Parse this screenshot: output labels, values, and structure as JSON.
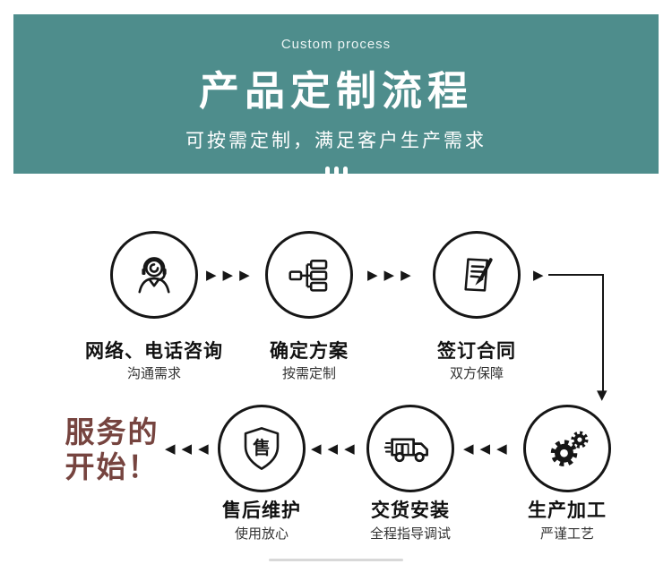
{
  "banner": {
    "eyebrow": "Custom process",
    "title": "产品定制流程",
    "subtitle": "可按需定制，满足客户生产需求",
    "background_color": "#4e8d8c"
  },
  "flow": {
    "row1": [
      {
        "label": "网络、电话咨询",
        "sub": "沟通需求",
        "icon": "customer-service-icon"
      },
      {
        "label": "确定方案",
        "sub": "按需定制",
        "icon": "solution-diagram-icon"
      },
      {
        "label": "签订合同",
        "sub": "双方保障",
        "icon": "contract-signing-icon"
      }
    ],
    "row2": [
      {
        "label": "生产加工",
        "sub": "严谨工艺",
        "icon": "gears-icon"
      },
      {
        "label": "交货安装",
        "sub": "全程指导调试",
        "icon": "delivery-truck-icon"
      },
      {
        "label": "售后维护",
        "sub": "使用放心",
        "icon": "after-sales-shield-icon",
        "badge_char": "售"
      }
    ],
    "service_start": {
      "line1": "服务的",
      "line2": "开始！",
      "color": "#76443f"
    }
  },
  "arrows": {
    "right_triple": "▶▶▶",
    "left_triple": "◀◀◀",
    "right_single": "▶",
    "down": "▼"
  }
}
